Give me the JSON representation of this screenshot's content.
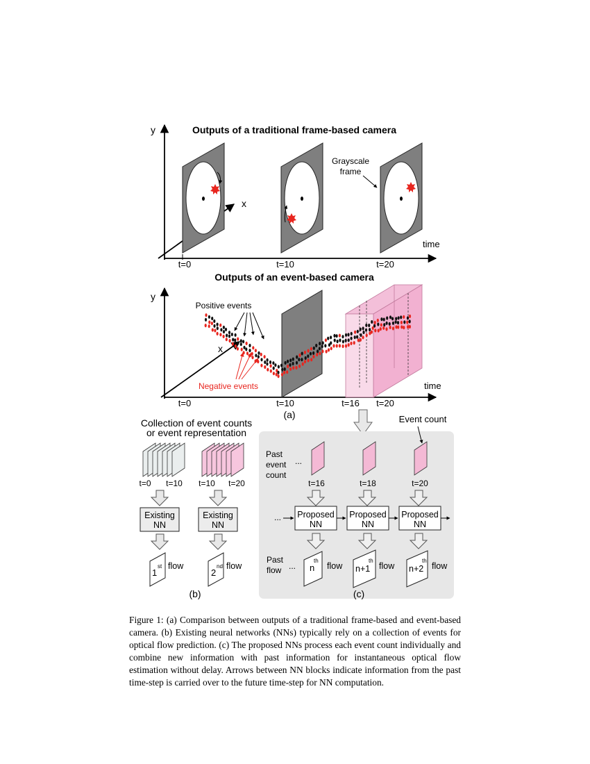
{
  "panel_a_top": {
    "title": "Outputs of a traditional frame-based camera",
    "y_label": "y",
    "x_label": "x",
    "time_label": "time",
    "frame_annotation_line1": "Grayscale",
    "frame_annotation_line2": "frame",
    "ticks": [
      "t=0",
      "t=10",
      "t=20"
    ]
  },
  "panel_a_bottom": {
    "title": "Outputs of an event-based camera",
    "y_label": "y",
    "x_label": "x",
    "time_label": "time",
    "positive_label": "Positive events",
    "negative_label": "Negative events",
    "ticks": [
      "t=0",
      "t=10",
      "t=16",
      "t=20"
    ],
    "panel_label": "(a)"
  },
  "panel_b": {
    "title_line1": "Collection of event counts",
    "title_line2": "or event representation",
    "stack1_left": "t=0",
    "stack1_right": "t=10",
    "stack2_left": "t=10",
    "stack2_right": "t=20",
    "nn_line1": "Existing",
    "nn_line2": "NN",
    "flow1_num": "1",
    "flow1_sup": "st",
    "flow2_num": "2",
    "flow2_sup": "nd",
    "flow_word": "flow",
    "panel_label": "(b)"
  },
  "panel_c": {
    "event_count_label": "Event count",
    "past_event_line1": "Past",
    "past_event_line2": "event",
    "past_event_line3": "count",
    "ellipsis": "...",
    "ticks": [
      "t=16",
      "t=18",
      "t=20"
    ],
    "nn_line1": "Proposed",
    "nn_line2": "NN",
    "past_flow_line1": "Past",
    "past_flow_line2": "flow",
    "flows": [
      {
        "num": "n",
        "sup": "th"
      },
      {
        "num": "n+1",
        "sup": "th"
      },
      {
        "num": "n+2",
        "sup": "th"
      }
    ],
    "flow_word": "flow",
    "panel_label": "(c)"
  },
  "colors": {
    "frame_gray": "#7f7f7f",
    "pink": "#f7c6de",
    "event_red": "#e8261f",
    "panel_bg": "#e7e7e7",
    "nn_b_fill": "#ececec"
  },
  "caption": "Figure 1: (a) Comparison between outputs of a traditional frame-based and event-based camera. (b) Existing neural networks (NNs) typically rely on a collection of events for optical flow prediction. (c) The proposed NNs process each event count individually and combine new information with past information for instantaneous optical flow estimation without delay. Arrows between NN blocks indicate information from the past time-step is carried over to the future time-step for NN computation."
}
